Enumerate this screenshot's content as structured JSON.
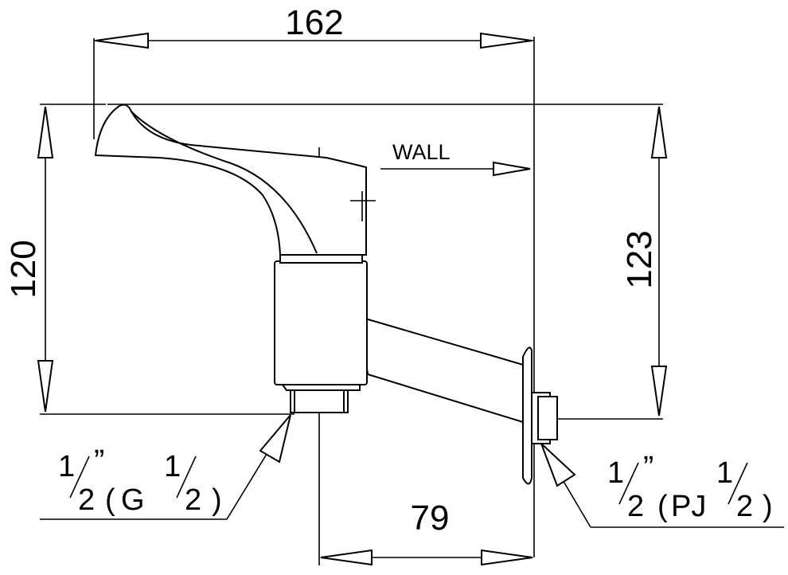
{
  "dimensions": {
    "overall_width": "162",
    "handle_height": "120",
    "wall_height": "123",
    "projection": "79"
  },
  "labels": {
    "wall": "WALL",
    "outlet": {
      "whole": "1",
      "den": "2",
      "mark": "”",
      "paren_open": "(",
      "prefix": "G",
      "whole2": "1",
      "den2": "2",
      "paren_close": ")"
    },
    "inlet": {
      "whole": "1",
      "den": "2",
      "mark": "”",
      "paren_open": "(",
      "prefix": "PJ",
      "whole2": "1",
      "den2": "2",
      "paren_close": ")"
    }
  }
}
